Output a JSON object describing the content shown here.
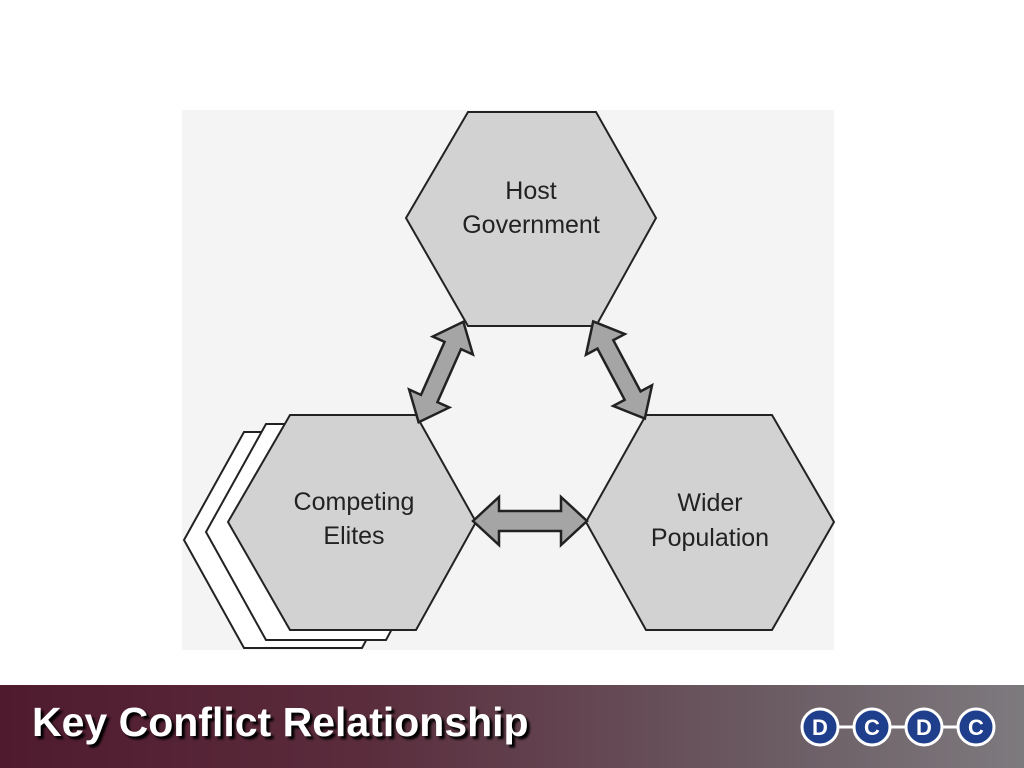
{
  "diagram": {
    "nodes": {
      "host_government": {
        "line1": "Host",
        "line2": "Government"
      },
      "competing_elites": {
        "line1": "Competing",
        "line2": "Elites"
      },
      "wider_population": {
        "line1": "Wider",
        "line2": "Population"
      }
    }
  },
  "footer": {
    "title": "Key Conflict Relationship",
    "logo_letters": [
      "D",
      "C",
      "D",
      "C"
    ]
  },
  "colors": {
    "hex_fill": "#d2d2d2",
    "arrow_fill": "#a5a5a5",
    "footer_start": "#4f1a2e",
    "footer_end": "#7d7a7e",
    "logo_blue": "#1f3f8c"
  }
}
